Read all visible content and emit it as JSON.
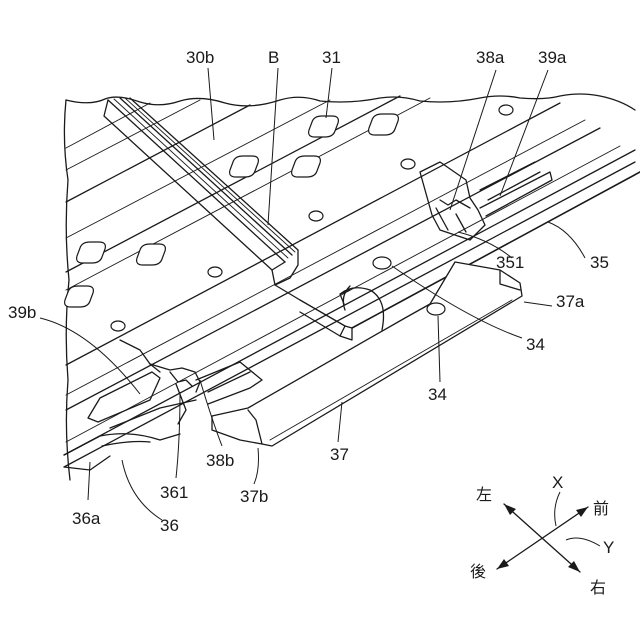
{
  "labels": {
    "l30b": "30b",
    "lB": "B",
    "l31": "31",
    "l38a": "38a",
    "l39a": "39a",
    "l351": "351",
    "l35": "35",
    "l37a": "37a",
    "l34a": "34",
    "l34b": "34",
    "l39b": "39b",
    "l37": "37",
    "l38b": "38b",
    "l361": "361",
    "l37b": "37b",
    "l36a": "36a",
    "l36": "36"
  },
  "compass": {
    "x": "X",
    "y": "Y",
    "front": "前",
    "left": "左",
    "right": "右",
    "rear": "後"
  }
}
